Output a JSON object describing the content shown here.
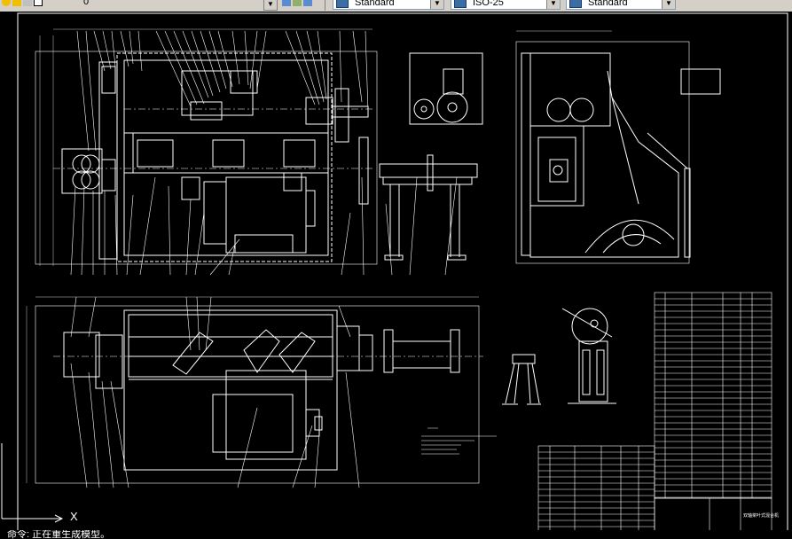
{
  "toolbar": {
    "layer_value": "0",
    "text_style": "Standard",
    "dim_style": "ISO-25",
    "table_style": "Standard"
  },
  "drawing": {
    "ucs_x_label": "X",
    "title_block_text": "双轴桨叶式混合机"
  },
  "command_line": {
    "text": "命令: 正在重生成模型。"
  },
  "colors": {
    "background": "#000000",
    "lines": "#ffffff",
    "toolbar": "#d4d0c8"
  }
}
